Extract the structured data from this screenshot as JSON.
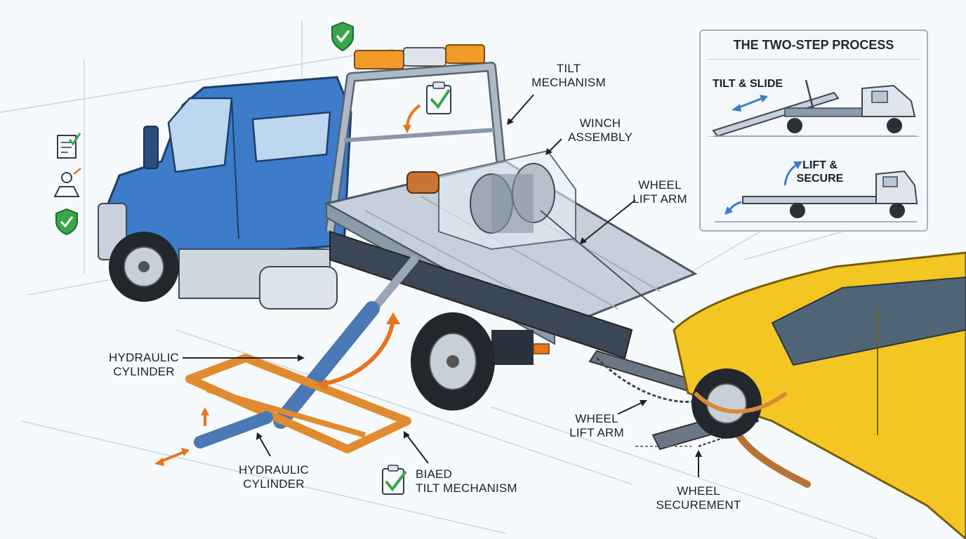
{
  "labels": {
    "tilt_mechanism": [
      "TILT",
      "MECHANISM"
    ],
    "winch_assembly": [
      "WINCH",
      "ASSEMBLY"
    ],
    "wheel_lift_arm_top": [
      "WHEEL",
      "LIFT ARM"
    ],
    "hydraulic_cylinder_upper": [
      "HYDRAULIC",
      "CYLINDER"
    ],
    "hydraulic_cylinder_lower": [
      "HYDRAULIC",
      "CYLINDER"
    ],
    "biaed_tilt_mechanism": [
      "BIAED",
      "TILT MECHANISM"
    ],
    "wheel_lift_arm_bottom": [
      "WHEEL",
      "LIFT ARM"
    ],
    "wheel_securement": [
      "WHEEL",
      "SECUREMENT"
    ]
  },
  "inset": {
    "title": "THE TWO-STEP PROCESS",
    "step1": [
      "TILT & SLIDE"
    ],
    "step2": [
      "LIFT &",
      "SECURE"
    ]
  },
  "icons": [
    "shield-check-icon",
    "clipboard-check-icon",
    "document-check-icon",
    "user-location-icon",
    "shield-check-icon-small"
  ],
  "colors": {
    "truck_blue": "#3d7cc9",
    "bed_gray": "#aeb9c6",
    "accent_orange": "#e8741f",
    "car_yellow": "#f3c623",
    "beacon_orange": "#f29a28",
    "check_green": "#3aa64a"
  }
}
